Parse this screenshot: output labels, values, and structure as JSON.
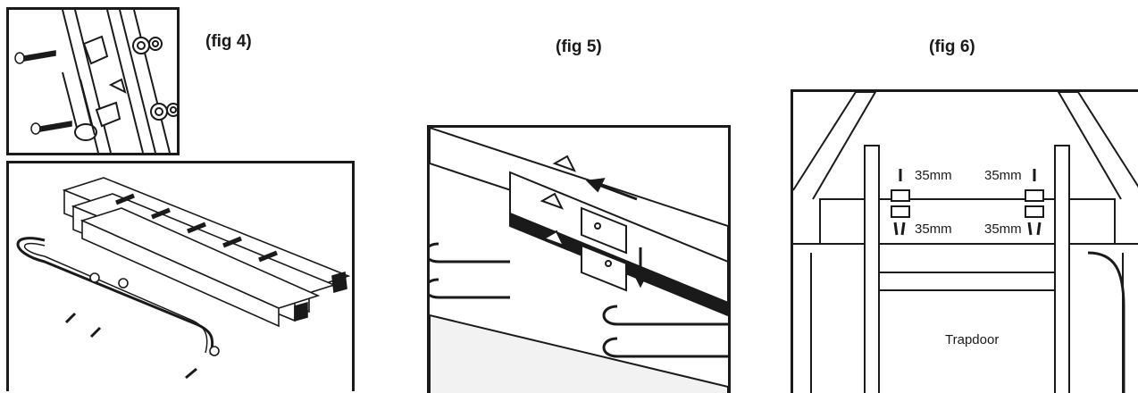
{
  "figures": {
    "fig4": {
      "caption": "(fig 4)"
    },
    "fig5": {
      "caption": "(fig 5)"
    },
    "fig6": {
      "caption": "(fig 6)",
      "labels": {
        "screw_top_left": "35mm",
        "screw_top_right": "35mm",
        "screw_bottom_left": "35mm",
        "screw_bottom_right": "35mm",
        "trapdoor": "Trapdoor"
      }
    }
  },
  "colors": {
    "ink": "#1a1a1a",
    "paper": "#ffffff",
    "shade": "#d9d9d9"
  }
}
